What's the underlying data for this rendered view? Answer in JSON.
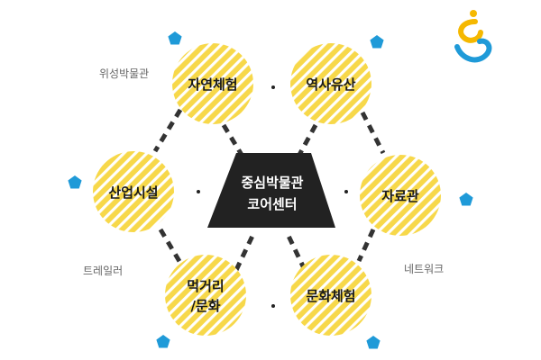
{
  "colors": {
    "circle_fill": "#f7d84a",
    "circle_stripe": "#ffffff",
    "trapezoid": "#222222",
    "dash": "#333333",
    "pentagon": "#1f9ad8",
    "logo_yellow": "#f5b800",
    "logo_blue": "#1f9ad8",
    "side_text": "#666666"
  },
  "center": {
    "line1": "중심박물관",
    "line2": "코어센터"
  },
  "nodes": [
    {
      "id": "nature",
      "lines": [
        "자연체험"
      ]
    },
    {
      "id": "history",
      "lines": [
        "역사유산"
      ]
    },
    {
      "id": "archive",
      "lines": [
        "자료관"
      ]
    },
    {
      "id": "culture",
      "lines": [
        "문화체험"
      ]
    },
    {
      "id": "food",
      "lines": [
        "먹거리",
        "/문화"
      ]
    },
    {
      "id": "industry",
      "lines": [
        "산업시설"
      ]
    }
  ],
  "side_labels": {
    "satellite": "위성박물관",
    "trail": "트레일러",
    "network": "네트워크"
  },
  "icons": {
    "logo": "brand-logo-icon",
    "marker": "pentagon-icon"
  }
}
